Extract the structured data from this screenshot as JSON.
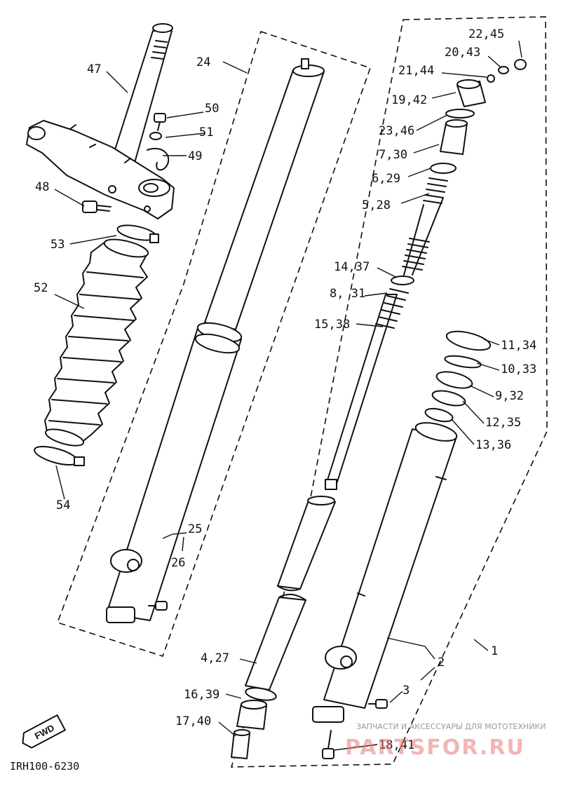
{
  "diagram": {
    "drawing_code": "IRH100-6230",
    "direction_badge": "FWD",
    "watermark": {
      "caption": "ЗАПЧАСТИ И АКСЕССУАРЫ ДЛЯ МОТОТЕХНИКИ",
      "brand": "PARTSFOR.RU"
    },
    "callouts": {
      "c47": "47",
      "c24": "24",
      "c22_45": "22,45",
      "c20_43": "20,43",
      "c21_44": "21,44",
      "c19_42": "19,42",
      "c50": "50",
      "c51": "51",
      "c49": "49",
      "c23_46": "23,46",
      "c7_30": "7,30",
      "c6_29": "6,29",
      "c48": "48",
      "c5_28": "5,28",
      "c53": "53",
      "c52": "52",
      "c14_37": "14,37",
      "c8_31": "8, 31",
      "c15_38": "15,38",
      "c11_34": "11,34",
      "c10_33": "10,33",
      "c9_32": "9,32",
      "c12_35": "12,35",
      "c13_36": "13,36",
      "c54": "54",
      "c25": "25",
      "c26": "26",
      "c1": "1",
      "c2": "2",
      "c3": "3",
      "c4_27": "4,27",
      "c16_39": "16,39",
      "c17_40": "17,40",
      "c18_41": "18,41"
    }
  }
}
